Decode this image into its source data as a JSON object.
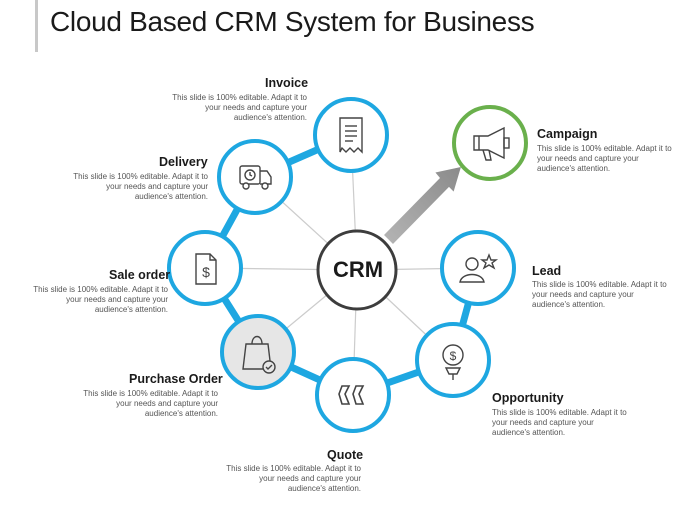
{
  "title": "Cloud Based CRM System for Business",
  "center": {
    "label": "CRM"
  },
  "nodes": {
    "invoice": {
      "label": "Invoice",
      "description": "This slide is 100% editable. Adapt it to your needs and capture your audience's attention.",
      "icon": "invoice-icon"
    },
    "delivery": {
      "label": "Delivery",
      "description": "This slide is 100% editable. Adapt it to your needs and capture your audience's attention.",
      "icon": "delivery-truck-icon"
    },
    "sale_order": {
      "label": "Sale order",
      "description": "This slide is 100% editable. Adapt it to your needs and capture your audience's attention.",
      "icon": "dollar-document-icon"
    },
    "purchase_order": {
      "label": "Purchase Order",
      "description": "This slide is 100% editable. Adapt it to your needs and capture your audience's attention.",
      "icon": "shopping-bag-check-icon"
    },
    "quote": {
      "label": "Quote",
      "description": "This slide is 100% editable. Adapt it to your needs and capture your audience's attention.",
      "icon": "quotation-marks-icon"
    },
    "opportunity": {
      "label": "Opportunity",
      "description": "This slide is 100% editable. Adapt it to your needs and capture your audience's attention.",
      "icon": "dollar-lamp-icon"
    },
    "lead": {
      "label": "Lead",
      "description": "This slide is 100% editable. Adapt it to your needs and capture your audience's attention.",
      "icon": "person-star-icon"
    },
    "campaign": {
      "label": "Campaign",
      "description": "This slide is 100% editable. Adapt it to your needs and capture your audience's attention.",
      "icon": "megaphone-icon"
    }
  },
  "colors": {
    "ring": "#1ea7e1",
    "campaign_ring": "#6ab04c",
    "spoke": "#cccccc",
    "arrow": "#9a9a9a",
    "purchase_fill": "#e6e6e6"
  }
}
